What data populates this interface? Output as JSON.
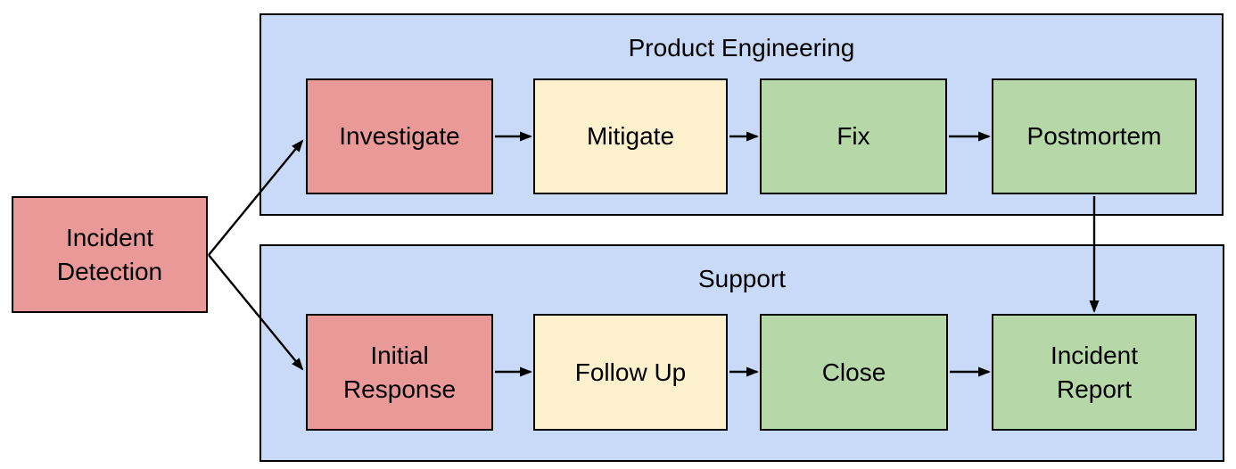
{
  "diagram": {
    "type": "flowchart",
    "background": "#ffffff",
    "colors": {
      "container_fill": "#c9daf8",
      "red_fill": "#ea9999",
      "yellow_fill": "#fdf0cd",
      "green_fill": "#b6d7a8",
      "border": "#000000",
      "arrow": "#000000",
      "text": "#000000"
    },
    "start": {
      "label": "Incident\nDetection",
      "color": "red"
    },
    "groups": [
      {
        "title": "Product Engineering",
        "nodes": [
          {
            "label": "Investigate",
            "color": "red"
          },
          {
            "label": "Mitigate",
            "color": "yellow"
          },
          {
            "label": "Fix",
            "color": "green"
          },
          {
            "label": "Postmortem",
            "color": "green"
          }
        ]
      },
      {
        "title": "Support",
        "nodes": [
          {
            "label": "Initial\nResponse",
            "color": "red"
          },
          {
            "label": "Follow Up",
            "color": "yellow"
          },
          {
            "label": "Close",
            "color": "green"
          },
          {
            "label": "Incident\nReport",
            "color": "green"
          }
        ]
      }
    ],
    "edges": [
      {
        "from": "Incident Detection",
        "to": "Investigate"
      },
      {
        "from": "Incident Detection",
        "to": "Initial Response"
      },
      {
        "from": "Investigate",
        "to": "Mitigate"
      },
      {
        "from": "Mitigate",
        "to": "Fix"
      },
      {
        "from": "Fix",
        "to": "Postmortem"
      },
      {
        "from": "Postmortem",
        "to": "Incident Report"
      },
      {
        "from": "Initial Response",
        "to": "Follow Up"
      },
      {
        "from": "Follow Up",
        "to": "Close"
      },
      {
        "from": "Close",
        "to": "Incident Report"
      }
    ]
  }
}
